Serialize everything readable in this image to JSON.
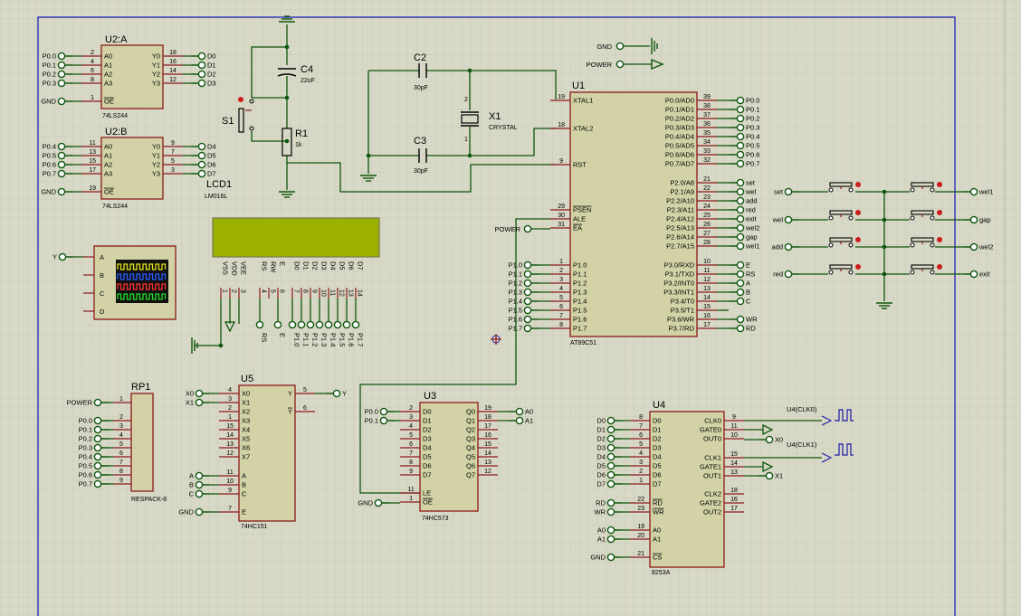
{
  "colors": {
    "background": "#d8d8c6",
    "grid": "#c2c2ae",
    "border": "#1e22ba",
    "wire": "#0d560d",
    "pin": "#8b1a1a",
    "chip_fill": "#d2d2a6",
    "lcd_screen": "#9cb000",
    "probe_text": "#1a1aa8"
  },
  "u2a": {
    "ref": "U2:A",
    "part": "74LS244",
    "in_labels": [
      "A0",
      "A1",
      "A2",
      "A3"
    ],
    "out_labels": [
      "Y0",
      "Y1",
      "Y2",
      "Y3"
    ],
    "in_nums": [
      "2",
      "4",
      "6",
      "8"
    ],
    "out_nums": [
      "18",
      "16",
      "14",
      "12"
    ],
    "in_nets": [
      "P0.0",
      "P0.1",
      "P0.2",
      "P0.3"
    ],
    "out_nets": [
      "D0",
      "D1",
      "D2",
      "D3"
    ],
    "oe": "OE",
    "oe_num": "1",
    "oe_net": "GND"
  },
  "u2b": {
    "ref": "U2:B",
    "part": "74LS244",
    "in_labels": [
      "A0",
      "A1",
      "A2",
      "A3"
    ],
    "out_labels": [
      "Y0",
      "Y1",
      "Y2",
      "Y3"
    ],
    "in_nums": [
      "11",
      "13",
      "15",
      "17"
    ],
    "out_nums": [
      "9",
      "7",
      "5",
      "3"
    ],
    "in_nets": [
      "P0.4",
      "P0.5",
      "P0.6",
      "P0.7"
    ],
    "out_nets": [
      "D4",
      "D5",
      "D6",
      "D7"
    ],
    "oe": "OE",
    "oe_num": "19",
    "oe_net": "GND"
  },
  "reset": {
    "c4_ref": "C4",
    "c4_val": "22uF",
    "r1_ref": "R1",
    "r1_val": "1k",
    "s1_ref": "S1"
  },
  "crystal": {
    "c2_ref": "C2",
    "c2_val": "30pF",
    "c3_ref": "C3",
    "c3_val": "30pF",
    "x1_ref": "X1",
    "x1_part": "CRYSTAL",
    "pin1": "1",
    "pin2": "2"
  },
  "lcd": {
    "ref": "LCD1",
    "part": "LM016L",
    "pin_names": [
      "VSS",
      "VDD",
      "VEE",
      "RS",
      "RW",
      "E",
      "D0",
      "D1",
      "D2",
      "D3",
      "D4",
      "D5",
      "D6",
      "D7"
    ],
    "pin_nums": [
      "1",
      "2",
      "3",
      "4",
      "5",
      "6",
      "7",
      "8",
      "9",
      "10",
      "11",
      "12",
      "13",
      "14"
    ],
    "bottom_nets": [
      "RS",
      "E",
      "P1.0",
      "P1.1",
      "P1.2",
      "P1.3",
      "P1.4",
      "P1.5",
      "P1.6",
      "P1.7"
    ]
  },
  "scope": {
    "probe_net": "Y",
    "channels": [
      "A",
      "B",
      "C",
      "D"
    ]
  },
  "power_syms": {
    "gnd": "GND",
    "power": "POWER"
  },
  "u1": {
    "ref": "U1",
    "part": "AT89C51",
    "left_pins": [
      {
        "name": "XTAL1",
        "num": "19"
      },
      {
        "name": "XTAL2",
        "num": "18"
      },
      {
        "name": "RST",
        "num": "9"
      },
      {
        "name": "PSEN",
        "num": "29"
      },
      {
        "name": "ALE",
        "num": "30"
      },
      {
        "name": "EA",
        "num": "31"
      },
      {
        "name": "P1.0",
        "num": "1"
      },
      {
        "name": "P1.1",
        "num": "2"
      },
      {
        "name": "P1.2",
        "num": "3"
      },
      {
        "name": "P1.3",
        "num": "4"
      },
      {
        "name": "P1.4",
        "num": "5"
      },
      {
        "name": "P1.5",
        "num": "6"
      },
      {
        "name": "P1.6",
        "num": "7"
      },
      {
        "name": "P1.7",
        "num": "8"
      }
    ],
    "right_pins": [
      {
        "name": "P0.0/AD0",
        "num": "39",
        "net": "P0.0"
      },
      {
        "name": "P0.1/AD1",
        "num": "38",
        "net": "P0.1"
      },
      {
        "name": "P0.2/AD2",
        "num": "37",
        "net": "P0.2"
      },
      {
        "name": "P0.3/AD3",
        "num": "36",
        "net": "P0.3"
      },
      {
        "name": "P0.4/AD4",
        "num": "35",
        "net": "P0.4"
      },
      {
        "name": "P0.5/AD5",
        "num": "34",
        "net": "P0.5"
      },
      {
        "name": "P0.6/AD6",
        "num": "33",
        "net": "P0.6"
      },
      {
        "name": "P0.7/AD7",
        "num": "32",
        "net": "P0.7"
      },
      {
        "name": "P2.0/A8",
        "num": "21",
        "net": "set"
      },
      {
        "name": "P2.1/A9",
        "num": "22",
        "net": "wel"
      },
      {
        "name": "P2.2/A10",
        "num": "23",
        "net": "add"
      },
      {
        "name": "P2.3/A11",
        "num": "24",
        "net": "red"
      },
      {
        "name": "P2.4/A12",
        "num": "25",
        "net": "exit"
      },
      {
        "name": "P2.5/A13",
        "num": "26",
        "net": "wel2"
      },
      {
        "name": "P2.6/A14",
        "num": "27",
        "net": "gap"
      },
      {
        "name": "P2.7/A15",
        "num": "28",
        "net": "wel1"
      },
      {
        "name": "P3.0/RXD",
        "num": "10",
        "net": "E"
      },
      {
        "name": "P3.1/TXD",
        "num": "11",
        "net": "RS"
      },
      {
        "name": "P3.2/INT0",
        "num": "12",
        "net": "A"
      },
      {
        "name": "P3.3/INT1",
        "num": "13",
        "net": "B"
      },
      {
        "name": "P3.4/T0",
        "num": "14",
        "net": "C"
      },
      {
        "name": "P3.5/T1",
        "num": "15",
        "net": ""
      },
      {
        "name": "P3.6/WR",
        "num": "16",
        "net": "WR"
      },
      {
        "name": "P3.7/RD",
        "num": "17",
        "net": "RD"
      }
    ],
    "ea_net": "POWER",
    "p1_nets": [
      "P1.0",
      "P1.1",
      "P1.2",
      "P1.3",
      "P1.4",
      "P1.5",
      "P1.6",
      "P1.7"
    ]
  },
  "keys": {
    "left_nets": [
      "set",
      "wel",
      "add",
      "red"
    ],
    "right_nets": [
      "wel1",
      "gap",
      "wel2",
      "exit"
    ]
  },
  "rp1": {
    "ref": "RP1",
    "part": "RESPACK-8",
    "pin_nums": [
      "1",
      "2",
      "3",
      "4",
      "5",
      "6",
      "7",
      "8",
      "9"
    ],
    "nets": [
      "POWER",
      "P0.0",
      "P0.1",
      "P0.2",
      "P0.3",
      "P0.4",
      "P0.5",
      "P0.6",
      "P0.7"
    ]
  },
  "u5": {
    "ref": "U5",
    "part": "74HC151",
    "left_labels": [
      "X0",
      "X1",
      "X2",
      "X3",
      "X4",
      "X5",
      "X6",
      "X7",
      "A",
      "B",
      "C",
      "E"
    ],
    "left_nums": [
      "4",
      "3",
      "2",
      "1",
      "15",
      "14",
      "13",
      "12",
      "11",
      "10",
      "9",
      "7"
    ],
    "left_nets": [
      "X0",
      "X1",
      "",
      "",
      "",
      "",
      "",
      "",
      "A",
      "B",
      "C",
      "GND"
    ],
    "out_labels": [
      "Y",
      "Y"
    ],
    "out_nums": [
      "5",
      "6"
    ],
    "out_net": "Y"
  },
  "u3": {
    "ref": "U3",
    "part": "74HC573",
    "in_labels": [
      "D0",
      "D1",
      "D2",
      "D3",
      "D4",
      "D5",
      "D6",
      "D7"
    ],
    "in_nums": [
      "2",
      "3",
      "4",
      "5",
      "6",
      "7",
      "8",
      "9"
    ],
    "in_nets": [
      "P0.0",
      "P0.1"
    ],
    "out_labels": [
      "Q0",
      "Q1",
      "Q2",
      "Q3",
      "Q4",
      "Q5",
      "Q6",
      "Q7"
    ],
    "out_nums": [
      "19",
      "18",
      "17",
      "16",
      "15",
      "14",
      "13",
      "12"
    ],
    "out_nets": [
      "A0",
      "A1"
    ],
    "le": "LE",
    "le_num": "11",
    "oe": "OE",
    "oe_num": "1",
    "oe_net": "GND"
  },
  "u4": {
    "ref": "U4",
    "part": "8253A",
    "left_labels": [
      "D0",
      "D1",
      "D2",
      "D3",
      "D4",
      "D5",
      "D6",
      "D7",
      "RD",
      "WR",
      "A0",
      "A1",
      "CS"
    ],
    "left_nums": [
      "8",
      "7",
      "6",
      "5",
      "4",
      "3",
      "2",
      "1",
      "22",
      "23",
      "19",
      "20",
      "21"
    ],
    "left_nets": [
      "D0",
      "D1",
      "D2",
      "D3",
      "D4",
      "D5",
      "D6",
      "D7",
      "RD",
      "WR",
      "A0",
      "A1",
      "GND"
    ],
    "right_labels": [
      "CLK0",
      "GATE0",
      "OUT0",
      "CLK1",
      "GATE1",
      "OUT1",
      "CLK2",
      "GATE2",
      "OUT2"
    ],
    "right_nums": [
      "9",
      "11",
      "10",
      "15",
      "14",
      "13",
      "18",
      "16",
      "17"
    ],
    "out_nets": [
      "X0",
      "X1"
    ],
    "clk0": "U4(CLK0)",
    "clk1": "U4(CLK1)"
  }
}
